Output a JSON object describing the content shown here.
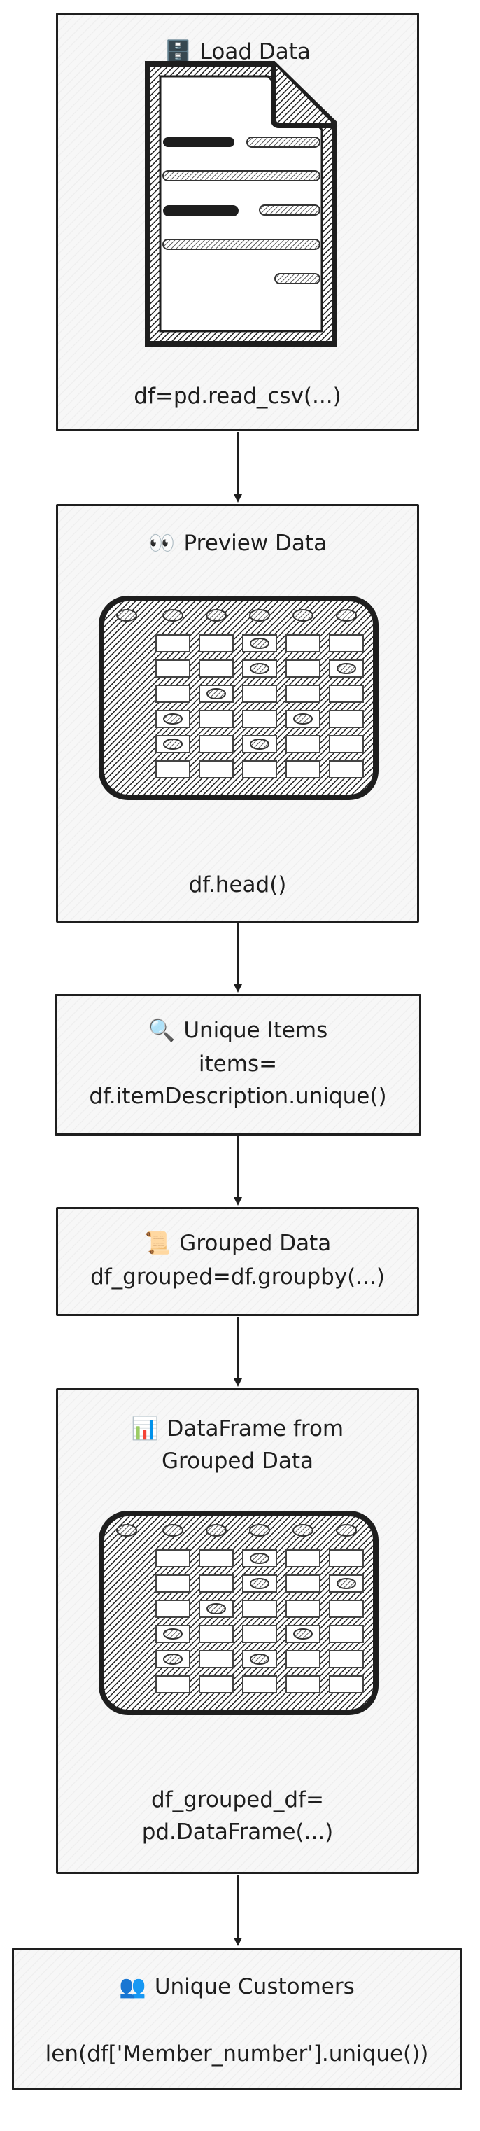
{
  "nodes": {
    "load": {
      "icon": "🗄️",
      "icon_name": "file-cabinet-icon",
      "title": "Load Data",
      "code": "df=pd.read_csv(...)"
    },
    "preview": {
      "icon": "👀",
      "icon_name": "eyes-icon",
      "title": "Preview Data",
      "code": "df.head()"
    },
    "unique": {
      "icon": "🔍",
      "icon_name": "magnifier-icon",
      "title": "Unique Items",
      "code_line1": "items=",
      "code_line2": "df.itemDescription.unique()"
    },
    "grouped": {
      "icon": "📜",
      "icon_name": "scroll-icon",
      "title": "Grouped Data",
      "code": "df_grouped=df.groupby(...)"
    },
    "dataframe": {
      "icon": "📊",
      "icon_name": "bar-chart-icon",
      "title_line1": "DataFrame from",
      "title_line2": "Grouped Data",
      "code_line1": "df_grouped_df=",
      "code_line2": "pd.DataFrame(...)"
    },
    "customers": {
      "icon": "👥",
      "icon_name": "people-icon",
      "title": "Unique Customers",
      "code": "len(df['Member_number'].unique())"
    }
  },
  "edges": [
    [
      "load",
      "preview"
    ],
    [
      "preview",
      "unique"
    ],
    [
      "unique",
      "grouped"
    ],
    [
      "grouped",
      "dataframe"
    ],
    [
      "dataframe",
      "customers"
    ]
  ]
}
